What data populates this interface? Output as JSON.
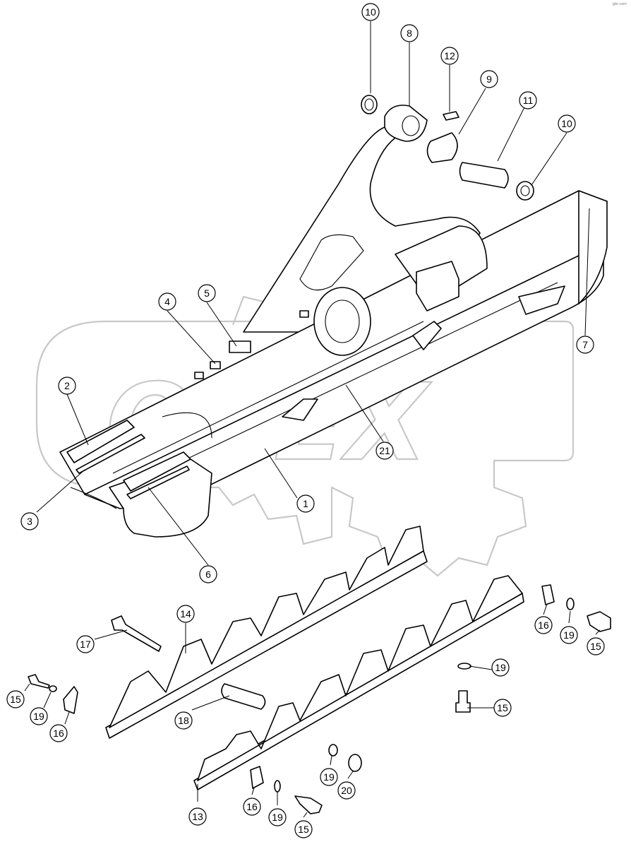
{
  "watermark": {
    "brand_text": "OPEX"
  },
  "header": {
    "corner_code": "gbr.com"
  },
  "callouts": [
    {
      "id": "c10a",
      "number": "10"
    },
    {
      "id": "c8",
      "number": "8"
    },
    {
      "id": "c12",
      "number": "12"
    },
    {
      "id": "c9",
      "number": "9"
    },
    {
      "id": "c11",
      "number": "11"
    },
    {
      "id": "c10b",
      "number": "10"
    },
    {
      "id": "c7",
      "number": "7"
    },
    {
      "id": "c4",
      "number": "4"
    },
    {
      "id": "c5",
      "number": "5"
    },
    {
      "id": "c2",
      "number": "2"
    },
    {
      "id": "c21",
      "number": "21"
    },
    {
      "id": "c1",
      "number": "1"
    },
    {
      "id": "c3",
      "number": "3"
    },
    {
      "id": "c6",
      "number": "6"
    },
    {
      "id": "c14",
      "number": "14"
    },
    {
      "id": "c17",
      "number": "17"
    },
    {
      "id": "c16a",
      "number": "16"
    },
    {
      "id": "c19a",
      "number": "19"
    },
    {
      "id": "c15a",
      "number": "15"
    },
    {
      "id": "c19b",
      "number": "19"
    },
    {
      "id": "c15b",
      "number": "15"
    },
    {
      "id": "c15c",
      "number": "15"
    },
    {
      "id": "c19c",
      "number": "19"
    },
    {
      "id": "c16b",
      "number": "16"
    },
    {
      "id": "c18",
      "number": "18"
    },
    {
      "id": "c19d",
      "number": "19"
    },
    {
      "id": "c20",
      "number": "20"
    },
    {
      "id": "c16c",
      "number": "16"
    },
    {
      "id": "c13",
      "number": "13"
    },
    {
      "id": "c19e",
      "number": "19"
    },
    {
      "id": "c15d",
      "number": "15"
    }
  ]
}
